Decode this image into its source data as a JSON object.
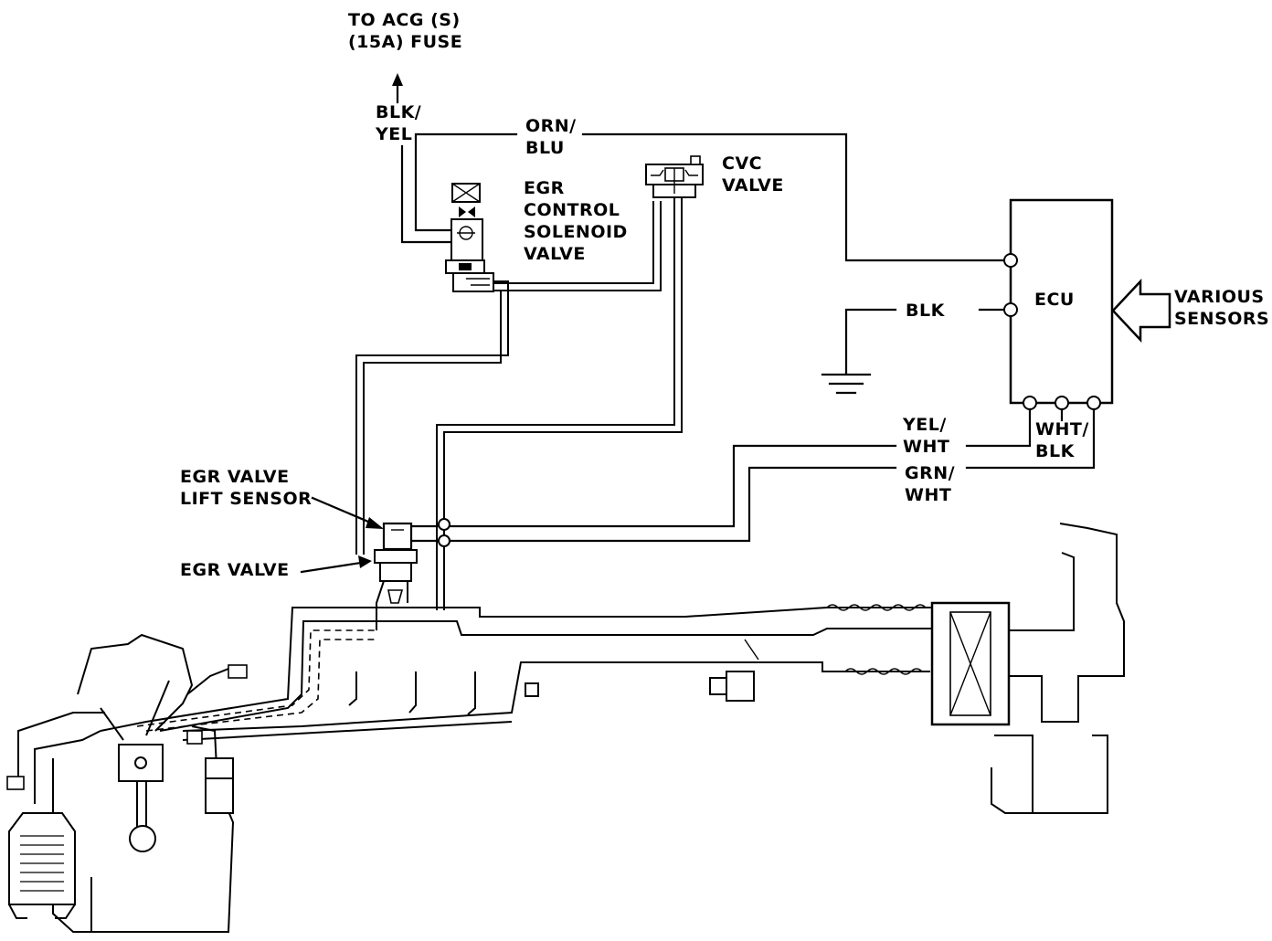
{
  "labels": {
    "to_acg": [
      "TO ACG (S)",
      "(15A) FUSE"
    ],
    "blk_yel": [
      "BLK/",
      "YEL"
    ],
    "orn_blu": [
      "ORN/",
      "BLU"
    ],
    "egr_solenoid": [
      "EGR",
      "CONTROL",
      "SOLENOID",
      "VALVE"
    ],
    "cvc_valve": [
      "CVC",
      "VALVE"
    ],
    "ecu": "ECU",
    "blk": "BLK",
    "various_sensors": [
      "VARIOUS",
      "SENSORS"
    ],
    "yel_wht": [
      "YEL/",
      "WHT"
    ],
    "wht_blk": [
      "WHT/",
      "BLK"
    ],
    "grn_wht": [
      "GRN/",
      "WHT"
    ],
    "egr_lift_sensor": [
      "EGR VALVE",
      "LIFT SENSOR"
    ],
    "egr_valve": "EGR VALVE"
  },
  "colors": {
    "ink": "#000000",
    "paper": "#ffffff"
  }
}
